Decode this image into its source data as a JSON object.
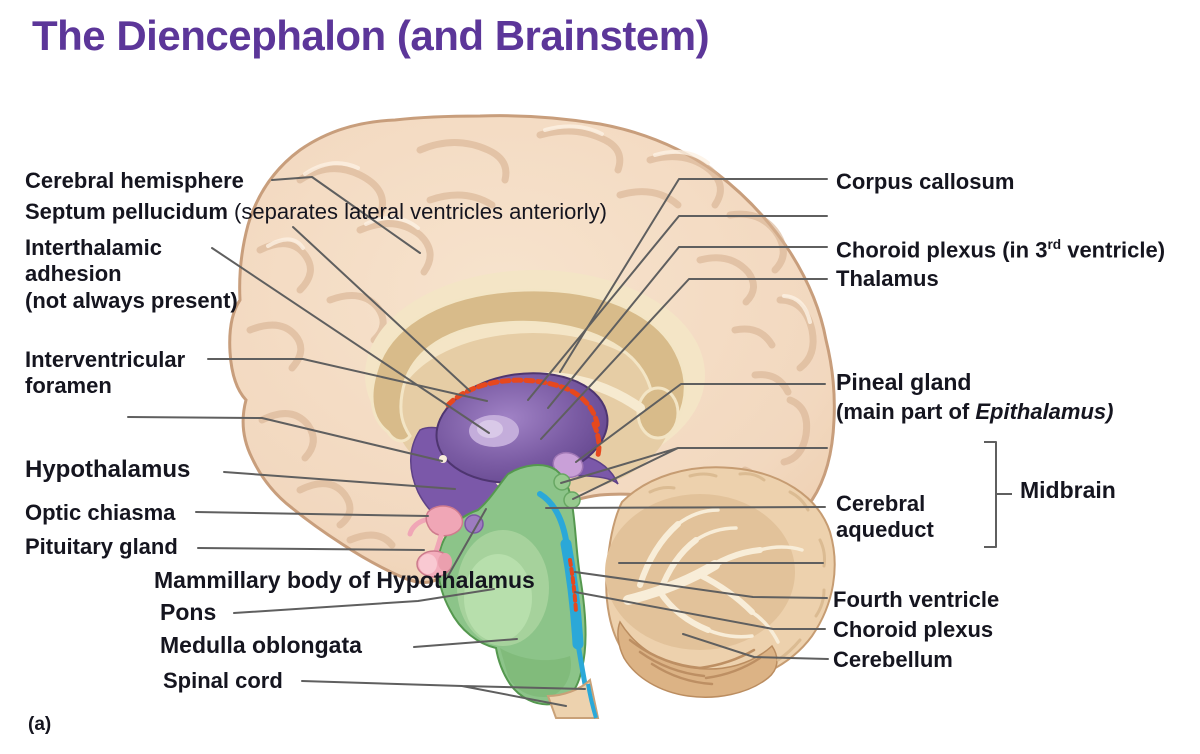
{
  "title": "The Diencephalon (and Brainstem)",
  "figure_marker": "(a)",
  "palette": {
    "title_purple": "#5c3699",
    "label_text": "#15151f",
    "leader_line_gray": "#5f5f5f",
    "cortex_tan": "#f2d8bf",
    "corpus_callosum_tan": "#d8bb8a",
    "thalamus_purple": "#6b4c94",
    "hypothalamus_purple": "#7b58a9",
    "pineal_lilac": "#c9a0d8",
    "brainstem_green": "#8cc489",
    "ventricle_blue": "#2ba8d8",
    "choroid_plexus_red": "#e6481e",
    "cerebellum_tan": "#edd1ad",
    "pituitary_pink": "#f3adbc"
  },
  "labels": {
    "cerebral_hemisphere": "Cerebral hemisphere",
    "septum_pellucidum_bold": "Septum pellucidum",
    "septum_pellucidum_note": " (separates lateral ventricles anteriorly)",
    "interthalamic_adhesion": "Interthalamic\nadhesion\n(not always present)",
    "interventricular_foramen": "Interventricular\nforamen",
    "hypothalamus": "Hypothalamus",
    "optic_chiasma": "Optic chiasma",
    "pituitary_gland": "Pituitary gland",
    "mammillary_body": "Mammillary body of Hypothalamus",
    "pons": "Pons",
    "medulla_oblongata": "Medulla oblongata",
    "spinal_cord": "Spinal cord",
    "corpus_callosum": "Corpus callosum",
    "choroid_plexus_third_pre": "Choroid plexus (in 3",
    "choroid_plexus_third_sup": "rd",
    "choroid_plexus_third_post": " ventricle)",
    "thalamus": "Thalamus",
    "pineal_gland": "Pineal gland",
    "pineal_note_pre": "(main part of ",
    "pineal_note_italic": "Epithalamus)",
    "midbrain": "Midbrain",
    "cerebral_aqueduct": "Cerebral\naqueduct",
    "fourth_ventricle": "Fourth ventricle",
    "choroid_plexus_fourth": "Choroid plexus",
    "cerebellum": "Cerebellum"
  }
}
